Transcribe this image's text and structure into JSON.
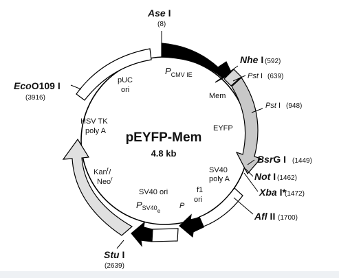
{
  "map": {
    "name": "pEYFP-Mem",
    "size": "4.8 kb"
  },
  "sites": {
    "ase": {
      "italic": "Ase",
      "plain": " I",
      "position": "(8)"
    },
    "nhe": {
      "italic": "Nhe",
      "plain": " I",
      "position": "(592)"
    },
    "pst1": {
      "italic": "Pst",
      "plain": " I",
      "position": "(639)"
    },
    "pst2": {
      "italic": "Pst",
      "plain": " I",
      "position": "(948)"
    },
    "bsrg": {
      "italic": "Bsr",
      "plain": "G I",
      "position": "(1449)"
    },
    "not": {
      "italic": "Not",
      "plain": " I",
      "position": "(1462)"
    },
    "xba": {
      "italic": "Xba",
      "plain": " I*",
      "position": "(1472)"
    },
    "afl": {
      "italic": "Afl",
      "plain": " II",
      "position": "(1700)"
    },
    "stu": {
      "italic": "Stu",
      "plain": " I",
      "position": "(2639)"
    },
    "eco": {
      "italic": "Eco",
      "plain": "O109 I",
      "position": "(3916)"
    }
  },
  "features": {
    "pcmv": {
      "main": "P",
      "sub": "CMV IE"
    },
    "mem": "Mem",
    "eyfp": "EYFP",
    "sv40_polya": [
      "SV40",
      "poly A"
    ],
    "f1_ori": [
      "f1",
      "ori"
    ],
    "p_small": "P",
    "sv40_ori": "SV40 ori",
    "psv40e": {
      "main": "P",
      "sub": "SV40",
      "subsub": "e"
    },
    "kan_neo": {
      "kan": "Kan",
      "kan_sup": "r",
      "slash": "/",
      "neo": "Neo",
      "neo_sup": "r"
    },
    "hsvtk": [
      "HSV TK",
      "poly A"
    ],
    "puc": [
      "pUC",
      "ori"
    ]
  },
  "colors": {
    "promoter_fill": "#000000",
    "eyfp_fill": "#c8c8c8",
    "kan_fill": "#e0e0e0",
    "outline": "#000000",
    "background": "#ffffff"
  }
}
